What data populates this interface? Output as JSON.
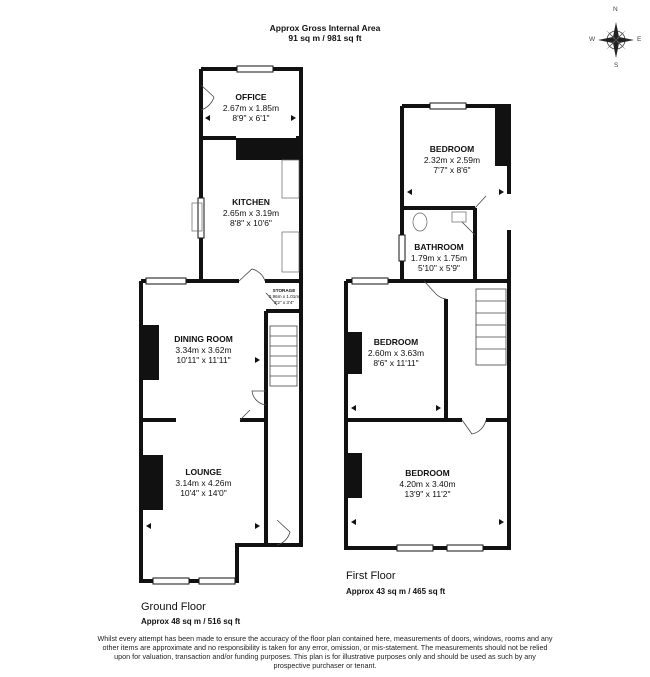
{
  "header": {
    "title": "Approx Gross Internal Area",
    "area": "91 sq m / 981 sq ft"
  },
  "compass": {
    "north": "N",
    "south": "S",
    "east": "E",
    "west": "W"
  },
  "ground_floor": {
    "name": "Ground Floor",
    "area": "Approx 48 sq m / 516 sq ft",
    "rooms": {
      "office": {
        "name": "OFFICE",
        "metric": "2.67m x 1.85m",
        "imperial": "8'9\" x 6'1\""
      },
      "kitchen": {
        "name": "KITCHEN",
        "metric": "2.65m x 3.19m",
        "imperial": "8'8\" x 10'6\""
      },
      "storage": {
        "name": "STORAGE",
        "metric": "0.96m x 1.01m",
        "imperial": "3'2\" x 3'4\""
      },
      "dining": {
        "name": "DINING ROOM",
        "metric": "3.34m x 3.62m",
        "imperial": "10'11\" x 11'11\""
      },
      "lounge": {
        "name": "LOUNGE",
        "metric": "3.14m x 4.26m",
        "imperial": "10'4\" x 14'0\""
      }
    }
  },
  "first_floor": {
    "name": "First Floor",
    "area": "Approx 43 sq m / 465 sq ft",
    "rooms": {
      "bedroom1": {
        "name": "BEDROOM",
        "metric": "2.32m x 2.59m",
        "imperial": "7'7\" x 8'6\""
      },
      "bathroom": {
        "name": "BATHROOM",
        "metric": "1.79m x 1.75m",
        "imperial": "5'10\" x 5'9\""
      },
      "bedroom2": {
        "name": "BEDROOM",
        "metric": "2.60m x 3.63m",
        "imperial": "8'6\" x 11'11\""
      },
      "bedroom3": {
        "name": "BEDROOM",
        "metric": "4.20m x 3.40m",
        "imperial": "13'9\" x 11'2\""
      }
    }
  },
  "disclaimer": "Whilst every attempt has been made to ensure the accuracy of the floor plan contained here, measurements of doors, windows, rooms and any other items are approximate and no responsibility is taken for any error, omission, or mis-statement. The measurements should not be relied upon for valuation, transaction and/or funding purposes. This plan is for illustrative purposes only and should be used as such by any prospective purchaser or tenant."
}
